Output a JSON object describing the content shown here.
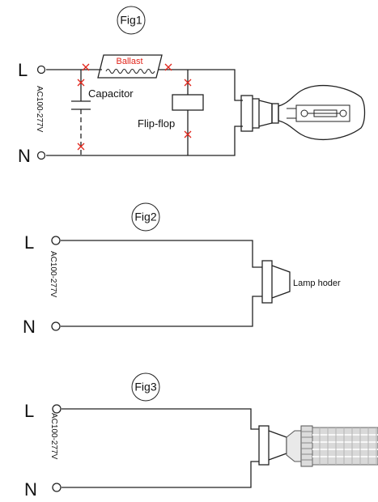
{
  "figures": [
    {
      "title": "Fig1",
      "line_label": "L",
      "neutral_label": "N",
      "voltage": "AC100-277V",
      "components": {
        "ballast": "Ballast",
        "capacitor": "Capacitor",
        "flip_flop": "Flip-flop"
      },
      "cut_marks": 6
    },
    {
      "title": "Fig2",
      "line_label": "L",
      "neutral_label": "N",
      "voltage": "AC100-277V",
      "lamp_holder_label": "Lamp hoder"
    },
    {
      "title": "Fig3",
      "line_label": "L",
      "neutral_label": "N",
      "voltage": "AC100-277V"
    }
  ],
  "colors": {
    "wire": "#222222",
    "cut_mark": "#e1251b",
    "ballast_label": "#e1251b",
    "led_body": "#d9d9d9"
  }
}
